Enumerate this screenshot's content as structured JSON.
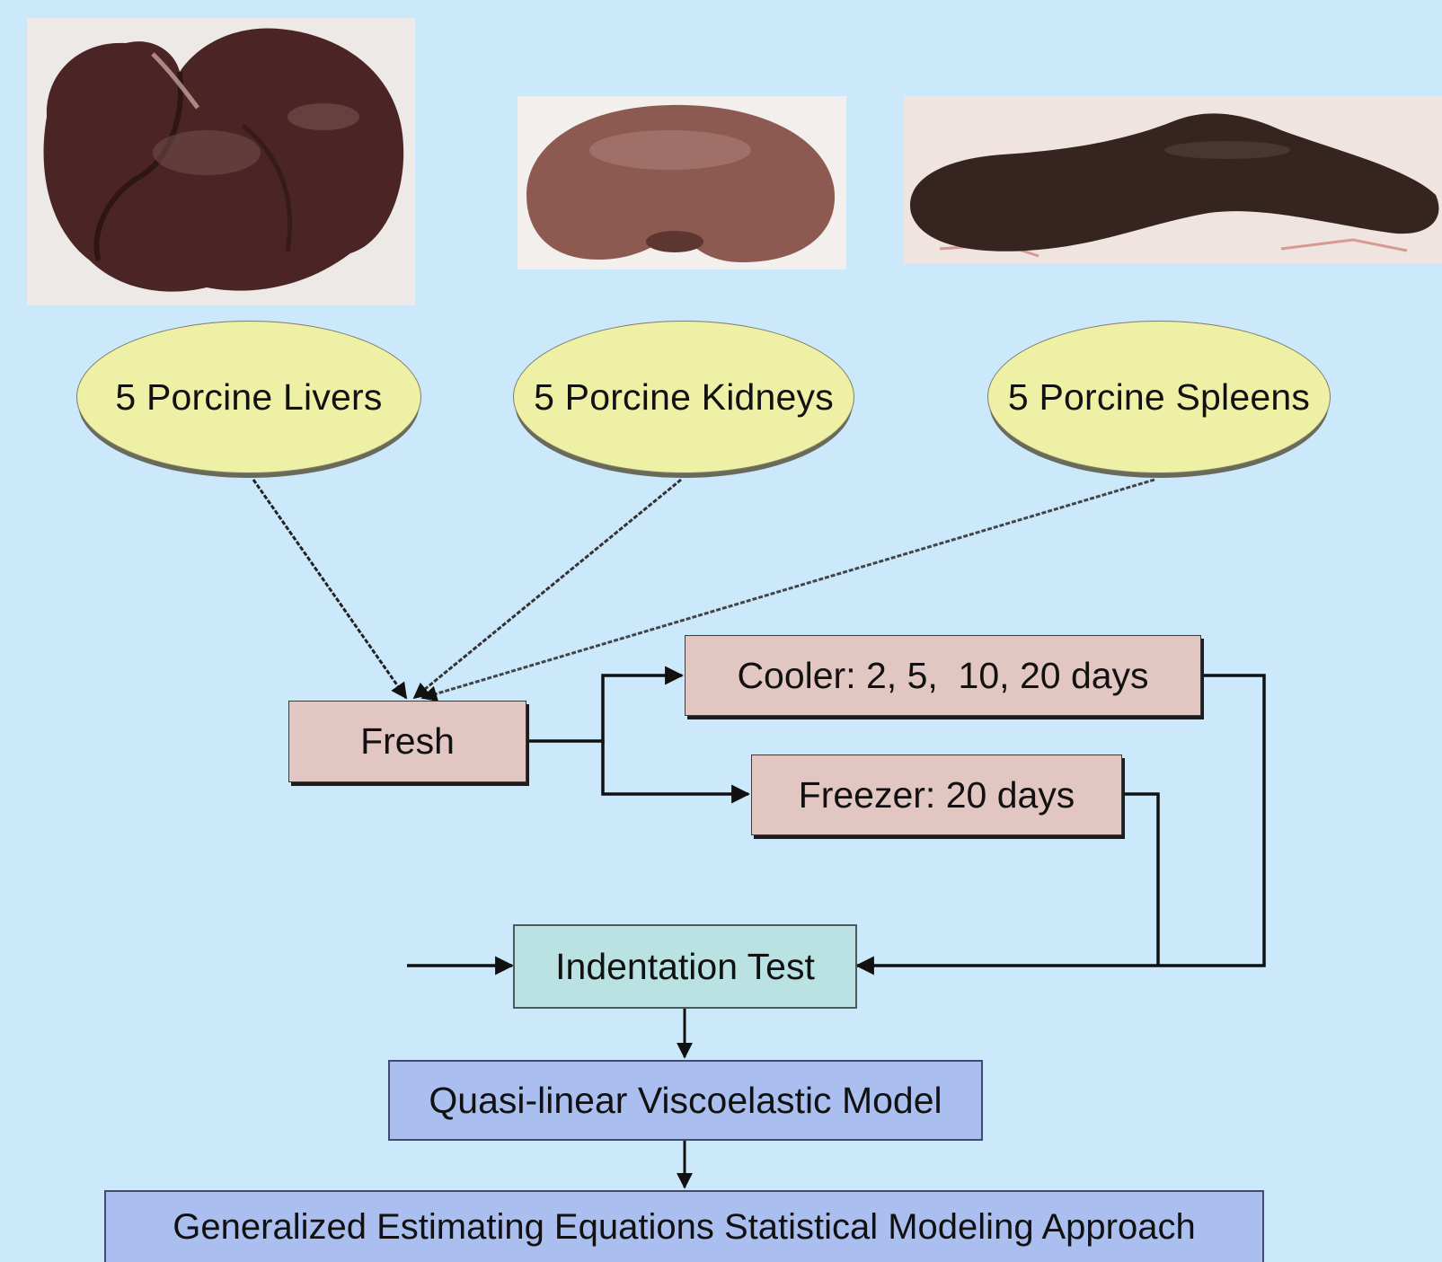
{
  "photos": [
    {
      "organ": "liver",
      "icon": "liver-photo",
      "tissue_color": "#4b2525",
      "background_color": "#ede9e6"
    },
    {
      "organ": "kidney",
      "icon": "kidney-photo",
      "tissue_color": "#8d5a52",
      "background_color": "#f2efec"
    },
    {
      "organ": "spleen",
      "icon": "spleen-photo",
      "tissue_color": "#352420",
      "background_color": "#efe4df"
    }
  ],
  "groups": [
    {
      "label": "5 Porcine Livers"
    },
    {
      "label": "5 Porcine Kidneys"
    },
    {
      "label": "5 Porcine Spleens"
    }
  ],
  "storage": {
    "fresh": "Fresh",
    "cooler": "Cooler: 2, 5,  10, 20 days",
    "freezer": "Freezer: 20 days"
  },
  "analysis": {
    "test": "Indentation Test",
    "model": "Quasi-linear Viscoelastic Model",
    "statistics": "Generalized Estimating Equations Statistical Modeling Approach"
  },
  "colors": {
    "background": "#cbe9fb",
    "group_fill": "#eef0a6",
    "storage_fill": "#e1c6c2",
    "test_fill": "#bbe2e2",
    "model_fill": "#aabff0",
    "connector": "#111111"
  }
}
